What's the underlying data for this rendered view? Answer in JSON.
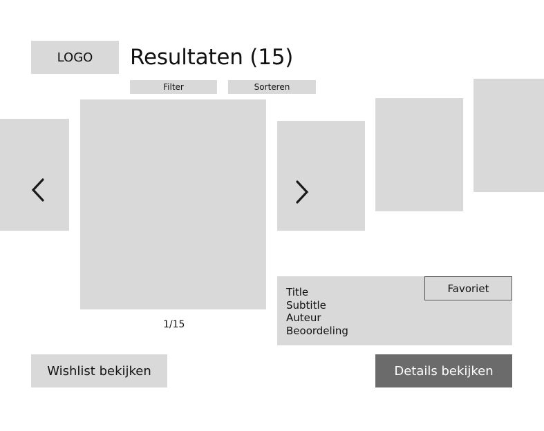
{
  "header": {
    "logo_label": "LOGO",
    "title": "Resultaten (15)"
  },
  "toolbar": {
    "filter_label": "Filter",
    "sort_label": "Sorteren"
  },
  "carousel": {
    "prev_icon": "chevron-left-icon",
    "next_icon": "chevron-right-icon",
    "counter": "1/15",
    "current_index": 1,
    "total": 15
  },
  "info": {
    "title": "Title",
    "subtitle": "Subtitle",
    "author": "Auteur",
    "rating": "Beoordeling",
    "favorite_label": "Favoriet"
  },
  "actions": {
    "wishlist_label": "Wishlist bekijken",
    "details_label": "Details bekijken"
  },
  "colors": {
    "placeholder_gray": "#d9d9d9",
    "primary_button": "#6b6b6b",
    "text": "#111111"
  }
}
